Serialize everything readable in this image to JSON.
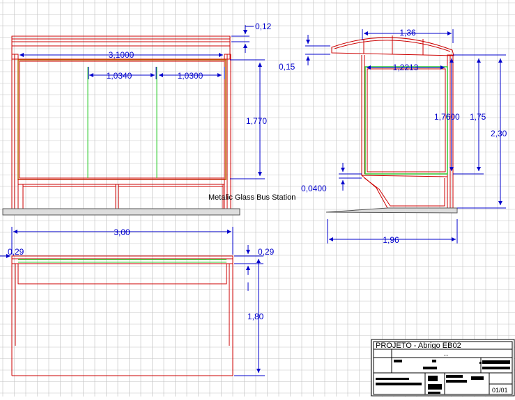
{
  "caption": "Metalic Glass Bus Station",
  "colors": {
    "grid": "#c4c4c4",
    "structure": "#cc0000",
    "glass": "#33cc33",
    "frame_inner": "#bb6600",
    "dimension": "#0000cc",
    "ground": "#dddddd",
    "ink": "#000000"
  },
  "front_view": {
    "dim_overall_width": "3,1000",
    "dim_panel_left": "1,0340",
    "dim_panel_right": "1,0300",
    "dim_glass_height": "1,770",
    "dim_roof_thickness": "0,12"
  },
  "side_view": {
    "dim_roof_width": "1,36",
    "dim_inner_width": "1,2213",
    "dim_roof_offset": "0,15",
    "dim_glass_height": "1,7600",
    "dim_panel_height": "1,75",
    "dim_total_height": "2,30",
    "dim_base_gap": "0,0400",
    "dim_base_width": "1,96"
  },
  "plan_view": {
    "dim_width": "3,00",
    "dim_left_depth": "0,29",
    "dim_right_depth": "0,29",
    "dim_height": "1,80"
  },
  "title_block": {
    "project": "PROJETO - Abrigo EB02",
    "subtitle": "...",
    "sheet": "01/01"
  }
}
